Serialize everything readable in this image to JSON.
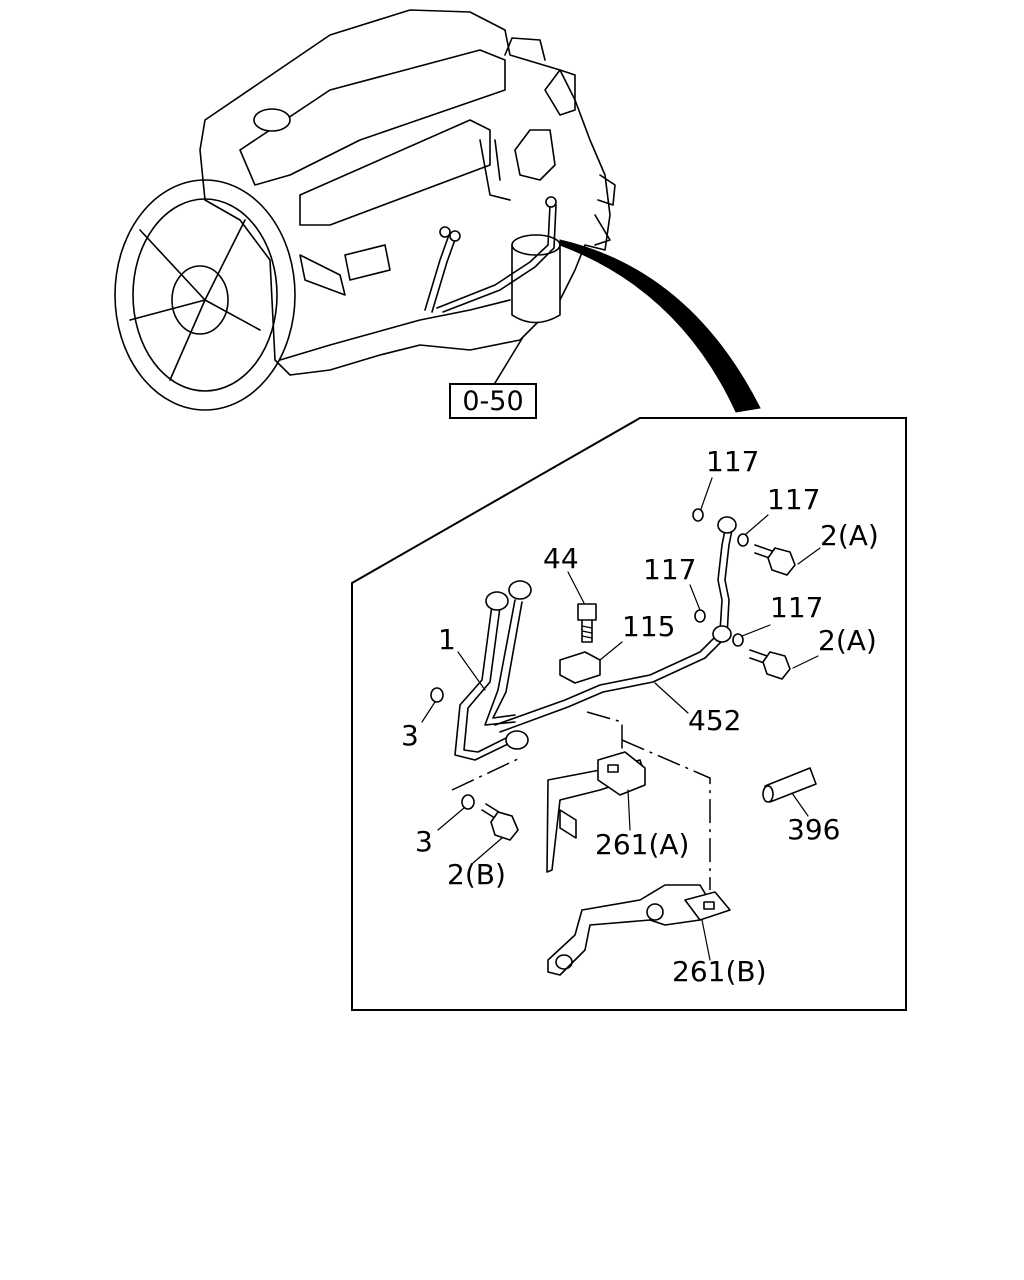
{
  "reference": {
    "label": "0-50"
  },
  "callouts": [
    {
      "id": "c117a",
      "text": "117"
    },
    {
      "id": "c117b",
      "text": "117"
    },
    {
      "id": "c117c",
      "text": "117"
    },
    {
      "id": "c117d",
      "text": "117"
    },
    {
      "id": "c2a_top",
      "text": "2(A)"
    },
    {
      "id": "c2a_bottom",
      "text": "2(A)"
    },
    {
      "id": "c44",
      "text": "44"
    },
    {
      "id": "c115",
      "text": "115"
    },
    {
      "id": "c1",
      "text": "1"
    },
    {
      "id": "c3_top",
      "text": "3"
    },
    {
      "id": "c452",
      "text": "452"
    },
    {
      "id": "c3_bottom",
      "text": "3"
    },
    {
      "id": "c2b",
      "text": "2(B)"
    },
    {
      "id": "c261a",
      "text": "261(A)"
    },
    {
      "id": "c396",
      "text": "396"
    },
    {
      "id": "c261b",
      "text": "261(B)"
    }
  ]
}
